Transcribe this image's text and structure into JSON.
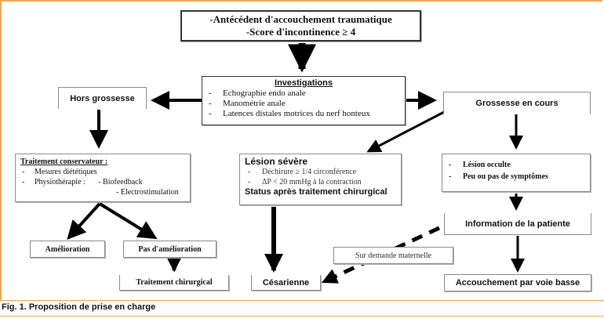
{
  "figure": {
    "caption": "Fig. 1. Proposition de prise en charge",
    "accent_color": "#f5a55a"
  },
  "nodes": {
    "start": {
      "line1": "-Antécédent d'accouchement traumatique",
      "line2": "-Score d'incontinence ≥ 4"
    },
    "investigations": {
      "title": "Investigations",
      "items": [
        "Echographie endo anale",
        "Manométrie anale",
        "Latences distales motrices du nerf honteux"
      ]
    },
    "hors_grossesse": {
      "label": "Hors grossesse"
    },
    "grossesse_en_cours": {
      "label": "Grossesse en cours"
    },
    "traitement_conservateur": {
      "title": "Traitement conservateur :",
      "item1": "Mesures diététiques",
      "item2_label": "Physiothérapie :",
      "item2_sub1": "- Biofeedback",
      "item2_sub2": "- Electrostimulation"
    },
    "lesion_severe": {
      "title": "Lésion sévère",
      "items": [
        "Déchirure ≥ 1/4 circonférence",
        "ΔP < 20 mmHg à la contraction"
      ],
      "footer": "Status après traitement chirurgical"
    },
    "lesion_occulte": {
      "items": [
        "Lésion occulte",
        "Peu ou pas de symptômes"
      ]
    },
    "information_patiente": {
      "label": "Information de la patiente"
    },
    "amelioration": {
      "label": "Amélioration"
    },
    "pas_amelioration": {
      "label": "Pas d'amélioration"
    },
    "traitement_chirurgical": {
      "label": "Traitement chirurgical"
    },
    "sur_demande": {
      "label": "Sur demande maternelle"
    },
    "cesarienne": {
      "label": "Césarienne"
    },
    "accouchement_voie_basse": {
      "label": "Accouchement par voie basse"
    }
  }
}
